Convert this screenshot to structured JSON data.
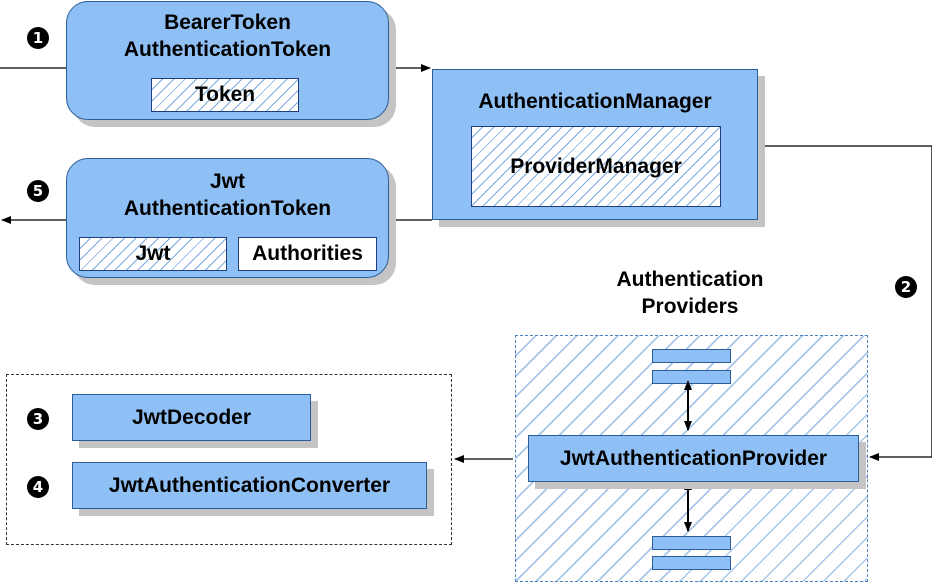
{
  "bearer_token": {
    "title_line1": "BearerToken",
    "title_line2": "AuthenticationToken",
    "token_label": "Token"
  },
  "authentication_manager": {
    "title": "AuthenticationManager",
    "provider_manager_label": "ProviderManager"
  },
  "jwt_token": {
    "title_line1": "Jwt",
    "title_line2": "AuthenticationToken",
    "jwt_label": "Jwt",
    "authorities_label": "Authorities"
  },
  "providers": {
    "title_line1": "Authentication",
    "title_line2": "Providers",
    "jwt_provider_label": "JwtAuthenticationProvider"
  },
  "jwt_decoder_label": "JwtDecoder",
  "jwt_converter_label": "JwtAuthenticationConverter",
  "steps": [
    "1",
    "2",
    "3",
    "4",
    "5"
  ],
  "colors": {
    "box_fill": "#8fc0f5",
    "box_border": "#2b5d9c",
    "hatch_line": "#7aa9de",
    "shadow": "#c4c4c4"
  }
}
